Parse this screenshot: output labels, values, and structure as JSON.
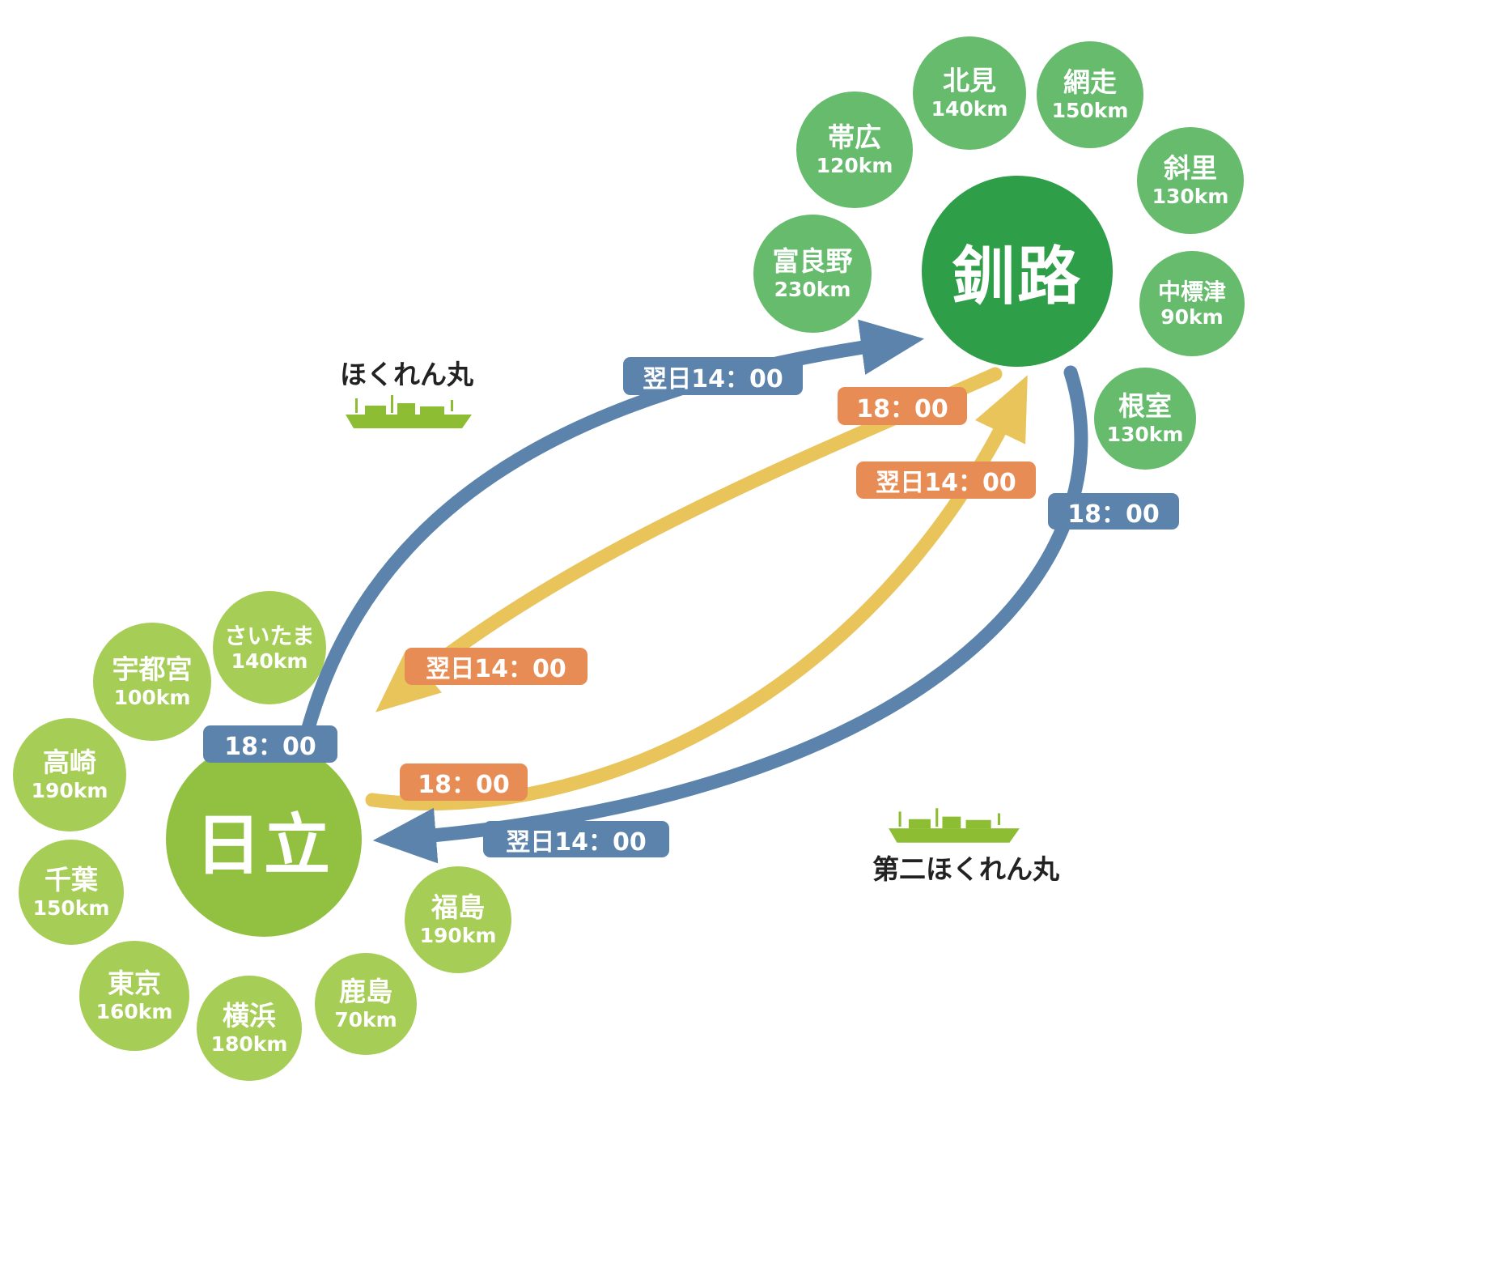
{
  "hubs": {
    "kushiro": {
      "name": "釧路"
    },
    "hitachi": {
      "name": "日立"
    }
  },
  "kushiro_satellites": [
    {
      "name": "帯広",
      "distance": "120km"
    },
    {
      "name": "北見",
      "distance": "140km"
    },
    {
      "name": "網走",
      "distance": "150km"
    },
    {
      "name": "斜里",
      "distance": "130km"
    },
    {
      "name": "中標津",
      "distance": "90km"
    },
    {
      "name": "根室",
      "distance": "130km"
    },
    {
      "name": "富良野",
      "distance": "230km"
    }
  ],
  "hitachi_satellites": [
    {
      "name": "さいたま",
      "distance": "140km"
    },
    {
      "name": "宇都宮",
      "distance": "100km"
    },
    {
      "name": "高崎",
      "distance": "190km"
    },
    {
      "name": "千葉",
      "distance": "150km"
    },
    {
      "name": "東京",
      "distance": "160km"
    },
    {
      "name": "横浜",
      "distance": "180km"
    },
    {
      "name": "鹿島",
      "distance": "70km"
    },
    {
      "name": "福島",
      "distance": "190km"
    }
  ],
  "ships": {
    "hokuren": {
      "name": "ほくれん丸"
    },
    "daini_hokuren": {
      "name": "第二ほくれん丸"
    }
  },
  "badges": {
    "blue_top_arrival": "翌日14：00",
    "orange_top_departure": "18：00",
    "orange_mid_arrival": "翌日14：00",
    "blue_right_departure": "18：00",
    "orange_left_arrival": "翌日14：00",
    "blue_left_departure": "18：00",
    "orange_left_departure": "18：00",
    "blue_bottom_arrival": "翌日14：00"
  },
  "colors": {
    "kushiro_hub": "#2f9e49",
    "kushiro_satellite": "#66bb6d",
    "hitachi_hub": "#92c142",
    "hitachi_satellite": "#a6cd56",
    "route_blue": "#5b83ac",
    "route_yellow": "#e8c45a",
    "badge_orange": "#e88c55",
    "ship_green": "#8cbd32"
  }
}
